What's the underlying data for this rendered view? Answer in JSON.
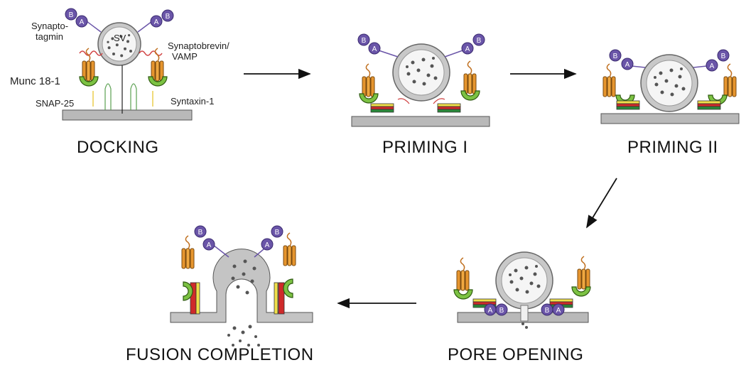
{
  "stages": {
    "docking": "DOCKING",
    "priming1": "PRIMING I",
    "priming2": "PRIMING II",
    "pore": "PORE OPENING",
    "fusion": "FUSION COMPLETION"
  },
  "annotations": {
    "synaptotagmin_1": "Synapto-",
    "synaptotagmin_2": "tagmin",
    "synaptobrevin_1": "Synaptobrevin/",
    "synaptobrevin_2": "VAMP",
    "munc": "Munc 18-1",
    "snap25": "SNAP-25",
    "syntaxin": "Syntaxin-1",
    "sv": "SV"
  },
  "domain_letters": {
    "a": "A",
    "b": "B"
  },
  "colors": {
    "membrane": "#b9b9b9",
    "vesicle": "#c8c8c8",
    "domain": "#6a55a8",
    "munc": "#7cc243",
    "syntaxin": "#e6952e",
    "snare_red": "#cf2a2a",
    "snare_yellow": "#f0e04a",
    "vamp": "#e05050"
  }
}
